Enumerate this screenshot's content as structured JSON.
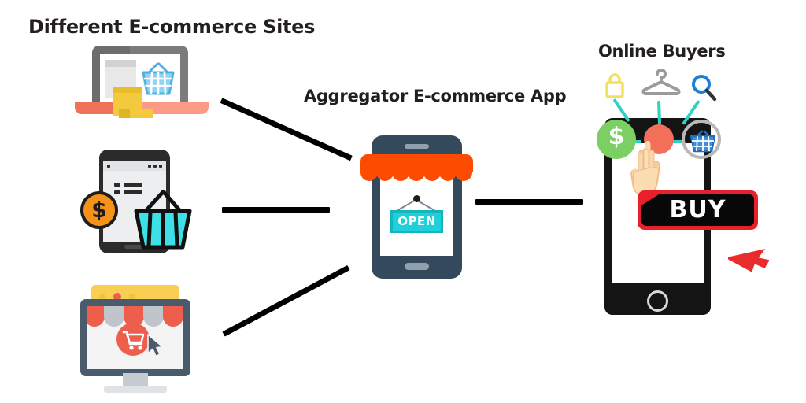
{
  "diagram": {
    "title_left": "Different E-commerce Sites",
    "title_center": "Aggregator E-commerce App",
    "title_right": "Online Buyers",
    "accent_orange": "#FC4C02",
    "accent_cyan": "#1FD0DA",
    "accent_red": "#E8202A",
    "accent_green": "#7BCF63",
    "phone_center_body": "#34495C",
    "phone_right_body": "#141414",
    "connector_color": "#000000"
  },
  "left_sites": [
    {
      "id": "laptop-ecommerce-site",
      "icon": "laptop-with-shopping-basket-icon",
      "colors": {
        "frame": "#7B7B7B",
        "base": "#FC9A86",
        "basket": "#4FB8E8",
        "box": "#F3CA3E"
      }
    },
    {
      "id": "tablet-ecommerce-site",
      "icon": "tablet-with-coin-and-basket-icon",
      "coin_symbol": "$",
      "colors": {
        "frame": "#2B2B2B",
        "coin": "#F79219",
        "basket": "#3EE0E8"
      }
    },
    {
      "id": "monitor-ecommerce-site",
      "icon": "monitor-storefront-with-cart-icon",
      "colors": {
        "frame": "#4A5B6B",
        "header": "#F8CE54",
        "awning_red": "#ED5E4C",
        "awning_gray": "#BFC5CB",
        "cart": "#ED5E4C"
      }
    }
  ],
  "center_app": {
    "icon": "smartphone-storefront-icon",
    "sign_label": "OPEN",
    "awning_color": "#FC4C02",
    "sign_color": "#1FD0DA"
  },
  "right_buyers": {
    "icon": "smartphone-buyers-icon",
    "top_icons": [
      {
        "name": "padlock-icon",
        "color": "#F2E05E"
      },
      {
        "name": "clothes-hanger-icon",
        "color": "#9B9B9B"
      },
      {
        "name": "magnifying-glass-icon",
        "color": "#1F7FD4"
      }
    ],
    "badges": [
      {
        "name": "dollar-badge",
        "label": "$",
        "color": "#7BCF63"
      },
      {
        "name": "tap-target-badge",
        "label": "",
        "color": "#F2705A"
      },
      {
        "name": "basket-badge",
        "label": "",
        "color": "#B8B8B8"
      }
    ],
    "buy_button_label": "BUY",
    "cursor": "red-arrow-cursor-icon",
    "hand": "pointing-hand-icon"
  },
  "connectors": [
    {
      "name": "laptop-to-app",
      "from": "laptop-ecommerce-site",
      "to": "center_app"
    },
    {
      "name": "tablet-to-app",
      "from": "tablet-ecommerce-site",
      "to": "center_app"
    },
    {
      "name": "monitor-to-app",
      "from": "monitor-ecommerce-site",
      "to": "center_app"
    },
    {
      "name": "app-to-buyers",
      "from": "center_app",
      "to": "right_buyers"
    }
  ]
}
